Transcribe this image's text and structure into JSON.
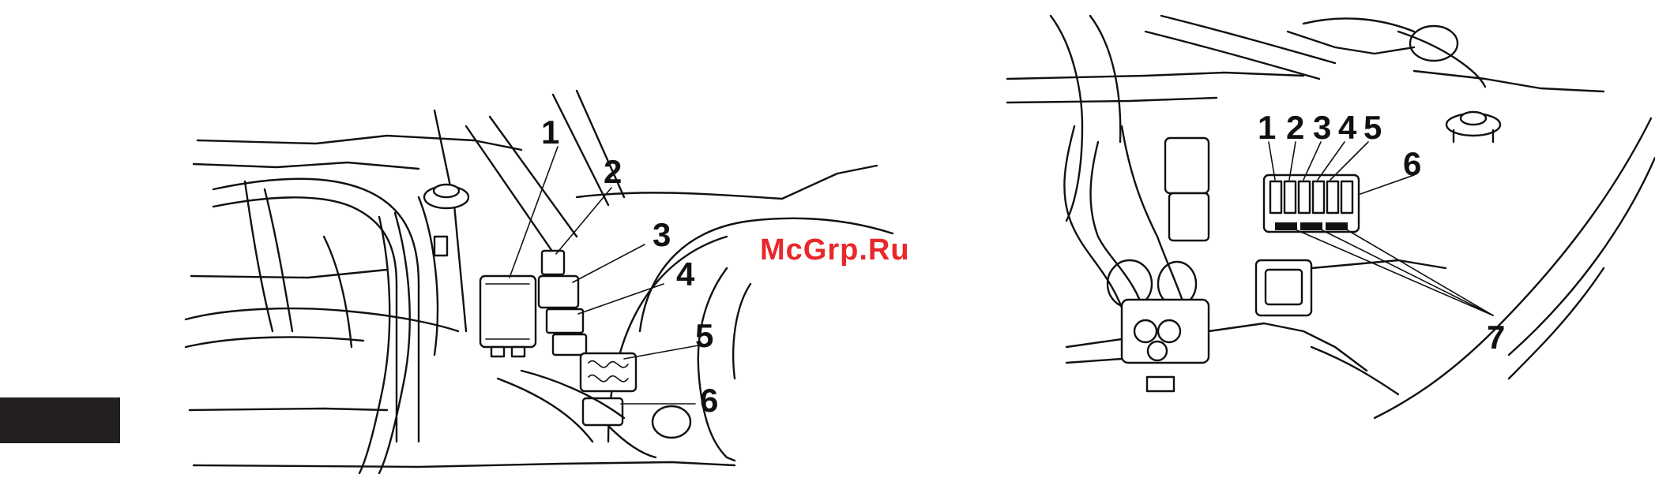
{
  "left_figure": {
    "callouts": [
      "1",
      "2",
      "3",
      "4",
      "5",
      "6"
    ]
  },
  "right_figure": {
    "callouts": [
      "1",
      "2",
      "3",
      "4",
      "5",
      "6",
      "7"
    ]
  },
  "watermark": "McGrp.Ru",
  "colors": {
    "line": "#111111",
    "tab": "#231f20",
    "watermark": "#e8282b"
  }
}
